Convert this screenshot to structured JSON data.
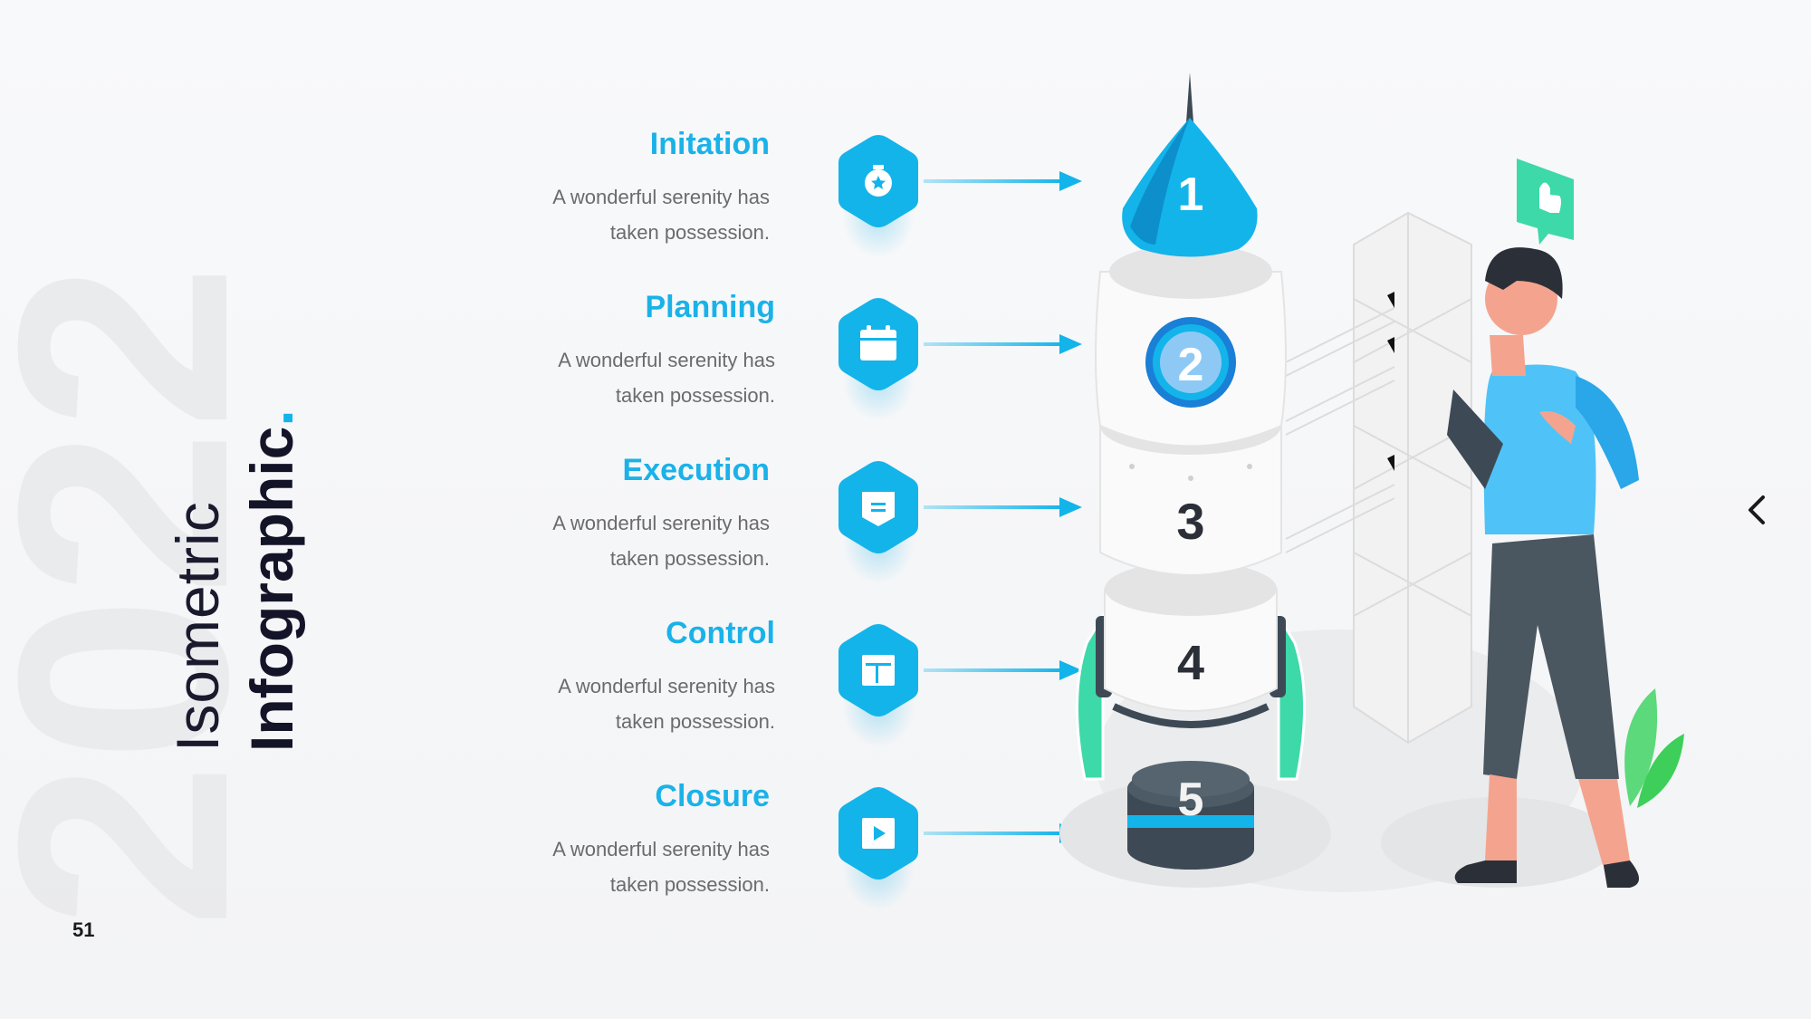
{
  "title": {
    "line1": "Isometric",
    "line2": "Infographic",
    "dot": "."
  },
  "watermark_text": "2022",
  "page_number": "51",
  "steps": [
    {
      "title": "Initation",
      "desc_line1": "A wonderful serenity has",
      "desc_line2": "taken possession.",
      "icon": "medal-icon",
      "number": "1"
    },
    {
      "title": "Planning",
      "desc_line1": "A wonderful serenity has",
      "desc_line2": "taken possession.",
      "icon": "calendar-icon",
      "number": "2"
    },
    {
      "title": "Execution",
      "desc_line1": "A wonderful serenity has",
      "desc_line2": "taken possession.",
      "icon": "badge-icon",
      "number": "3"
    },
    {
      "title": "Control",
      "desc_line1": "A wonderful serenity has",
      "desc_line2": "taken possession.",
      "icon": "layout-icon",
      "number": "4"
    },
    {
      "title": "Closure",
      "desc_line1": "A wonderful serenity has",
      "desc_line2": "taken possession.",
      "icon": "play-icon",
      "number": "5"
    }
  ],
  "colors": {
    "accent": "#1ab2e8",
    "dark": "#141428",
    "text_gray": "#6b6b6b",
    "green": "#3dd9a8"
  }
}
